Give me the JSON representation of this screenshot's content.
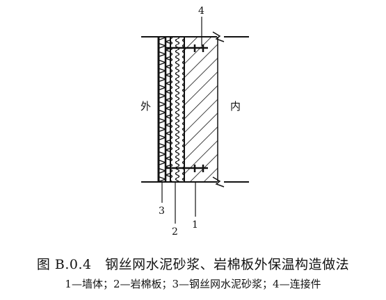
{
  "diagram": {
    "label_outside": "外",
    "label_inside": "内",
    "callouts": [
      "1",
      "2",
      "3",
      "4"
    ]
  },
  "caption": {
    "title": "图 B.0.4　钢丝网水泥砂浆、岩棉板外保温构造做法",
    "legend": "1—墙体；2—岩棉板；3—钢丝网水泥砂浆；4—连接件"
  }
}
